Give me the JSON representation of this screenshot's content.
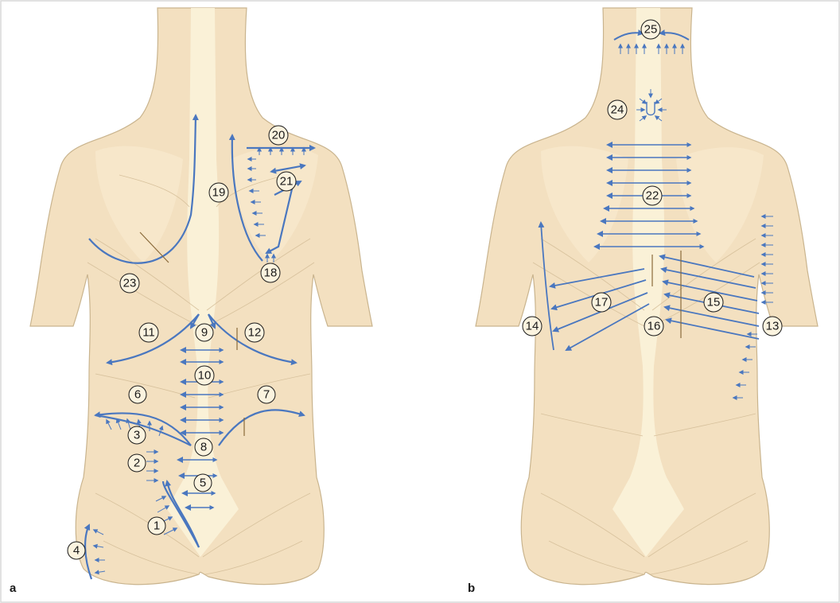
{
  "colors": {
    "skin": "#f3e0c0",
    "skin_outline": "#c9b48e",
    "bone": "#fbf3d9",
    "muscle_line": "#d7c19c",
    "arrow": "#4a77bf",
    "frame": "#d9d9d9"
  },
  "panels": [
    {
      "label": "a",
      "numbers": [
        "1",
        "2",
        "3",
        "4",
        "5",
        "6",
        "7",
        "8",
        "9",
        "10",
        "11",
        "12",
        "18",
        "19",
        "20",
        "21",
        "23"
      ]
    },
    {
      "label": "b",
      "numbers": [
        "13",
        "14",
        "15",
        "16",
        "17",
        "22",
        "24",
        "25"
      ]
    }
  ]
}
